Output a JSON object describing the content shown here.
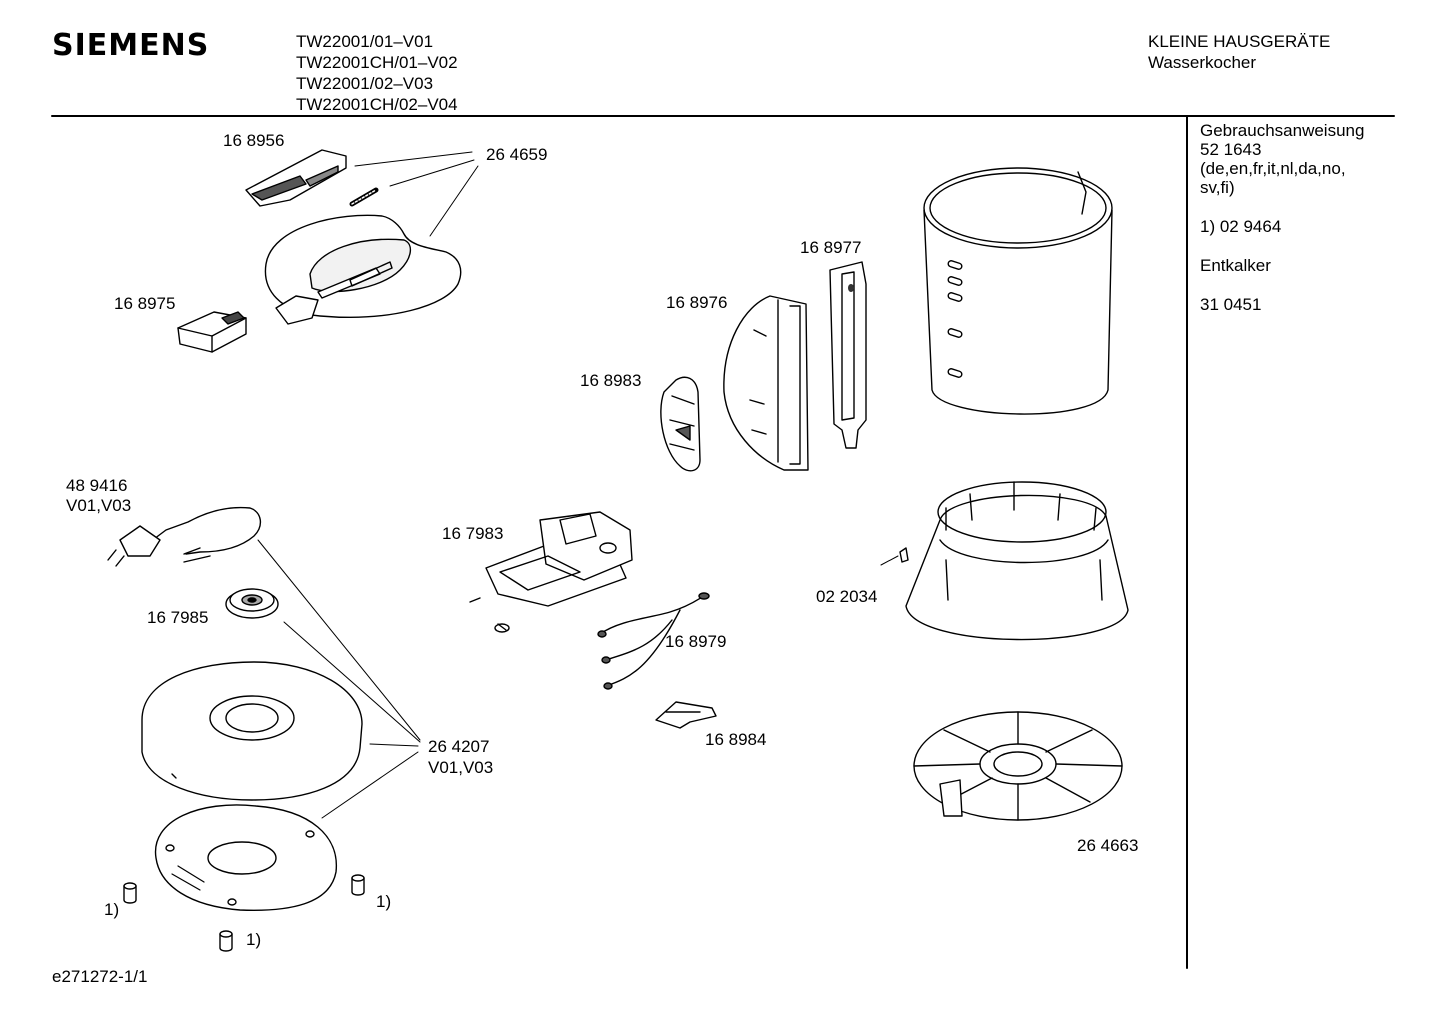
{
  "header": {
    "brand": "SIEMENS",
    "models": [
      "TW22001/01–V01",
      "TW22001CH/01–V02",
      "TW22001/02–V03",
      "TW22001CH/02–V04"
    ],
    "category": "KLEINE HAUSGERÄTE",
    "subcategory": "Wasserkocher"
  },
  "sidebar": {
    "manual_label": "Gebrauchsanweisung",
    "manual_number": "52 1643",
    "manual_languages_1": "(de,en,fr,it,nl,da,no,",
    "manual_languages_2": "sv,fi)",
    "footnote_item": "1)  02 9464",
    "descaler_label": "Entkalker",
    "descaler_number": "31 0451"
  },
  "parts": {
    "p168956": "16 8956",
    "p264659": "26 4659",
    "p168975": "16 8975",
    "p168977": "16 8977",
    "p168976": "16 8976",
    "p168983": "16 8983",
    "p489416": "48 9416",
    "p489416_variant": "V01,V03",
    "p167983": "16 7983",
    "p022034": "02 2034",
    "p167985": "16 7985",
    "p168979": "16 8979",
    "p168984": "16 8984",
    "p264207": "26 4207",
    "p264207_variant": "V01,V03",
    "p264663": "26 4663",
    "foot_ref_1": "1)",
    "foot_ref_2": "1)",
    "foot_ref_3": "1)"
  },
  "footer": {
    "drawing_id": "e271272-1/1"
  }
}
